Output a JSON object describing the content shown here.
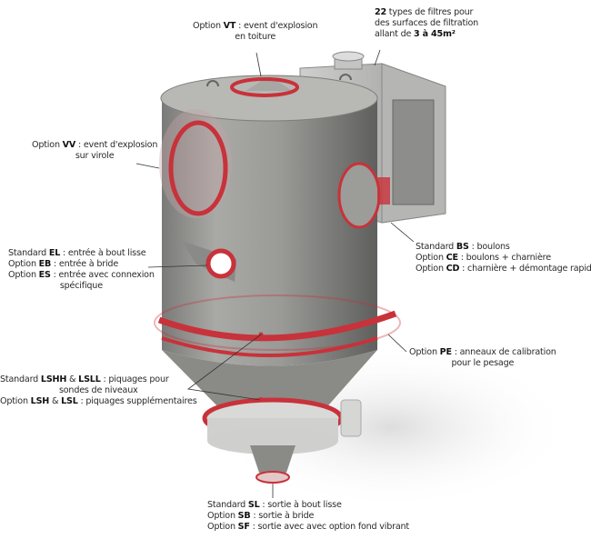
{
  "annotations": {
    "vt": [
      [
        {
          "t": "Option "
        },
        {
          "t": "VT",
          "b": true
        },
        {
          "t": " : event d'explosion"
        }
      ],
      [
        {
          "t": "en toiture"
        }
      ]
    ],
    "filters": [
      [
        {
          "t": "22",
          "b": true
        },
        {
          "t": " types de filtres pour"
        }
      ],
      [
        {
          "t": "des surfaces de filtration"
        }
      ],
      [
        {
          "t": "allant de "
        },
        {
          "t": "3 à 45m²",
          "b": true
        }
      ]
    ],
    "vv": [
      [
        {
          "t": "Option "
        },
        {
          "t": "VV",
          "b": true
        },
        {
          "t": " : event d'explosion"
        }
      ],
      [
        {
          "t": "sur virole"
        }
      ]
    ],
    "inlet": [
      [
        {
          "t": "Standard "
        },
        {
          "t": "EL",
          "b": true
        },
        {
          "t": " : entrée à bout lisse"
        }
      ],
      [
        {
          "t": "Option "
        },
        {
          "t": "EB",
          "b": true
        },
        {
          "t": " : entrée à bride"
        }
      ],
      [
        {
          "t": "Option "
        },
        {
          "t": "ES",
          "b": true
        },
        {
          "t": " : entrée avec connexion"
        }
      ],
      [
        {
          "t": "spécifique"
        }
      ]
    ],
    "door": [
      [
        {
          "t": "Standard "
        },
        {
          "t": "BS",
          "b": true
        },
        {
          "t": " : boulons"
        }
      ],
      [
        {
          "t": "Option "
        },
        {
          "t": "CE",
          "b": true
        },
        {
          "t": " : boulons + charnière"
        }
      ],
      [
        {
          "t": "Option "
        },
        {
          "t": "CD",
          "b": true
        },
        {
          "t": " : charnière + démontage rapide"
        }
      ]
    ],
    "pe": [
      [
        {
          "t": "Option "
        },
        {
          "t": "PE",
          "b": true
        },
        {
          "t": " : anneaux de calibration"
        }
      ],
      [
        {
          "t": "pour le pesage"
        }
      ]
    ],
    "level": [
      [
        {
          "t": "Standard "
        },
        {
          "t": "LSHH",
          "b": true
        },
        {
          "t": " & "
        },
        {
          "t": "LSLL",
          "b": true
        },
        {
          "t": " : piquages pour"
        }
      ],
      [
        {
          "t": "sondes de niveaux"
        }
      ],
      [
        {
          "t": "Option "
        },
        {
          "t": "LSH",
          "b": true
        },
        {
          "t": " & "
        },
        {
          "t": "LSL",
          "b": true
        },
        {
          "t": " : piquages supplémentaires"
        }
      ]
    ],
    "outlet": [
      [
        {
          "t": "Standard "
        },
        {
          "t": "SL",
          "b": true
        },
        {
          "t": " : sortie à bout lisse"
        }
      ],
      [
        {
          "t": "Option "
        },
        {
          "t": "SB",
          "b": true
        },
        {
          "t": " : sortie à bride"
        }
      ],
      [
        {
          "t": "Option "
        },
        {
          "t": "SF",
          "b": true
        },
        {
          "t": " : sortie avec avec option fond vibrant"
        }
      ]
    ]
  },
  "colors": {
    "accent": "#c8323a",
    "body": "#8e8e8c",
    "text": "#2a2a2a"
  }
}
